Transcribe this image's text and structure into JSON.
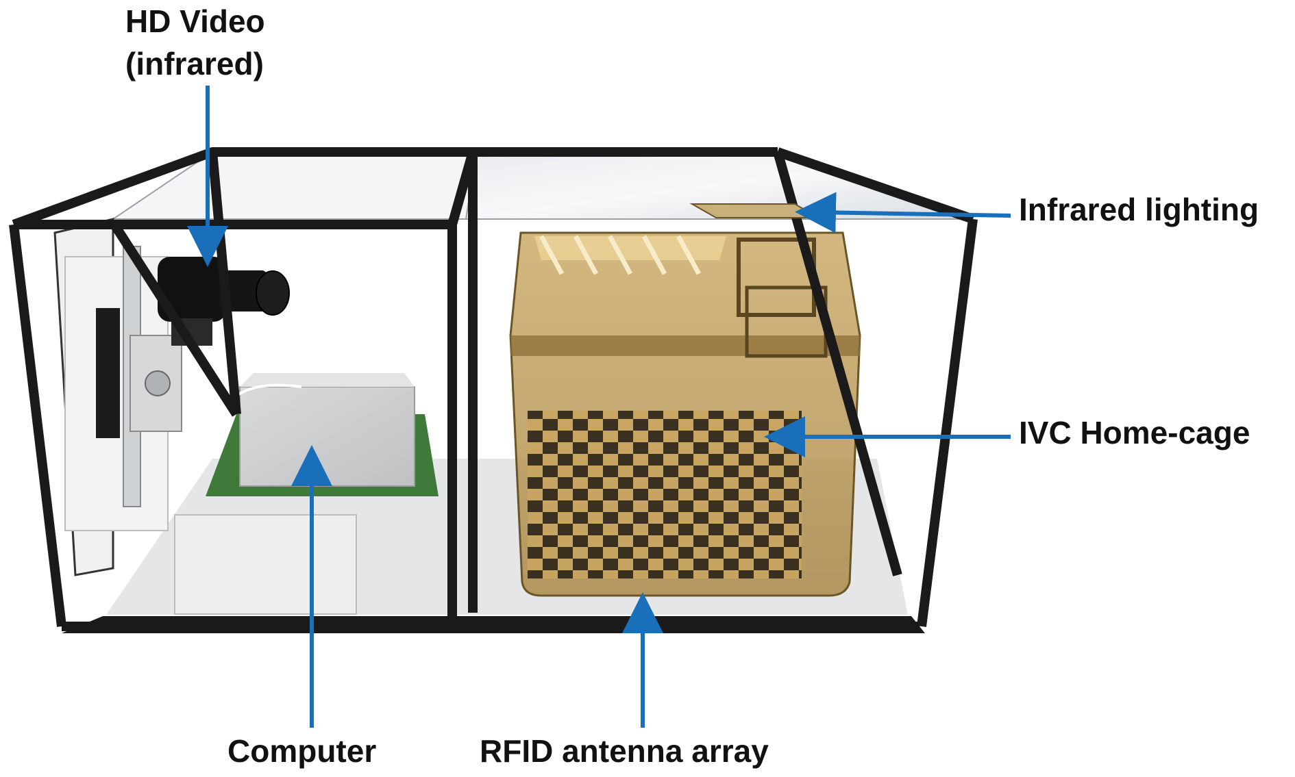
{
  "figure": {
    "labels": {
      "hd_video": "HD Video",
      "hd_video_sub": "(infrared)",
      "infrared_lighting": "Infrared lighting",
      "ivc_home_cage": "IVC Home-cage",
      "computer": "Computer",
      "rfid_antenna_array": "RFID antenna array"
    },
    "colors": {
      "arrow": "#1a6fba",
      "frame": "#1a1a1a",
      "cage_tint": "#b8924a",
      "pcb": "#3f7a3a",
      "label_text": "#111111"
    }
  }
}
